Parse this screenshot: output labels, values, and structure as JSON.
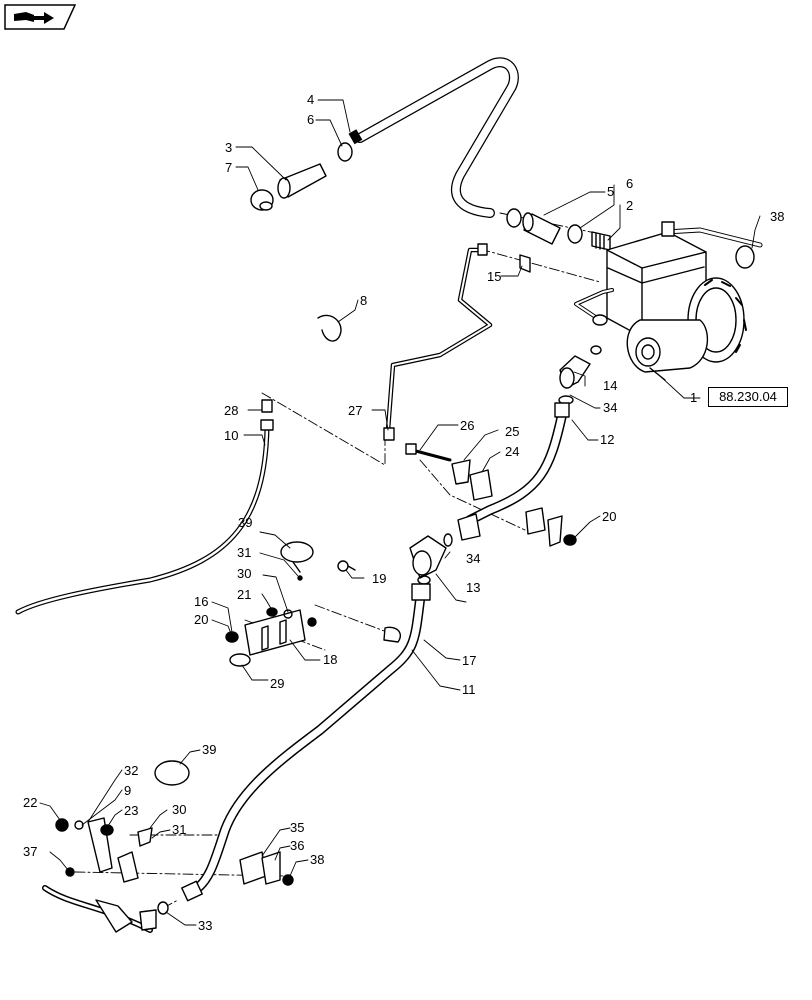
{
  "diagram": {
    "reference_code": "88.230.04",
    "callouts": [
      {
        "id": "c1",
        "text": "1"
      },
      {
        "id": "c2",
        "text": "2"
      },
      {
        "id": "c3",
        "text": "3"
      },
      {
        "id": "c4",
        "text": "4"
      },
      {
        "id": "c5",
        "text": "5"
      },
      {
        "id": "c6a",
        "text": "6"
      },
      {
        "id": "c6b",
        "text": "6"
      },
      {
        "id": "c7",
        "text": "7"
      },
      {
        "id": "c8",
        "text": "8"
      },
      {
        "id": "c9",
        "text": "9"
      },
      {
        "id": "c10",
        "text": "10"
      },
      {
        "id": "c11",
        "text": "11"
      },
      {
        "id": "c12",
        "text": "12"
      },
      {
        "id": "c13",
        "text": "13"
      },
      {
        "id": "c14",
        "text": "14"
      },
      {
        "id": "c15",
        "text": "15"
      },
      {
        "id": "c16",
        "text": "16"
      },
      {
        "id": "c17",
        "text": "17"
      },
      {
        "id": "c18",
        "text": "18"
      },
      {
        "id": "c19",
        "text": "19"
      },
      {
        "id": "c20a",
        "text": "20"
      },
      {
        "id": "c20b",
        "text": "20"
      },
      {
        "id": "c21",
        "text": "21"
      },
      {
        "id": "c22",
        "text": "22"
      },
      {
        "id": "c23",
        "text": "23"
      },
      {
        "id": "c24",
        "text": "24"
      },
      {
        "id": "c25",
        "text": "25"
      },
      {
        "id": "c26",
        "text": "26"
      },
      {
        "id": "c27",
        "text": "27"
      },
      {
        "id": "c28",
        "text": "28"
      },
      {
        "id": "c29",
        "text": "29"
      },
      {
        "id": "c30a",
        "text": "30"
      },
      {
        "id": "c30b",
        "text": "30"
      },
      {
        "id": "c31a",
        "text": "31"
      },
      {
        "id": "c31b",
        "text": "31"
      },
      {
        "id": "c32",
        "text": "32"
      },
      {
        "id": "c33",
        "text": "33"
      },
      {
        "id": "c34a",
        "text": "34"
      },
      {
        "id": "c34b",
        "text": "34"
      },
      {
        "id": "c35",
        "text": "35"
      },
      {
        "id": "c36",
        "text": "36"
      },
      {
        "id": "c37",
        "text": "37"
      },
      {
        "id": "c38a",
        "text": "38"
      },
      {
        "id": "c38b",
        "text": "38"
      },
      {
        "id": "c39a",
        "text": "39"
      },
      {
        "id": "c39b",
        "text": "39"
      }
    ]
  },
  "colors": {
    "line": "#000000",
    "part_fill": "#ffffff",
    "shade": "#bfbfbf"
  },
  "icons": {
    "nav": "book-arrow-icon"
  }
}
